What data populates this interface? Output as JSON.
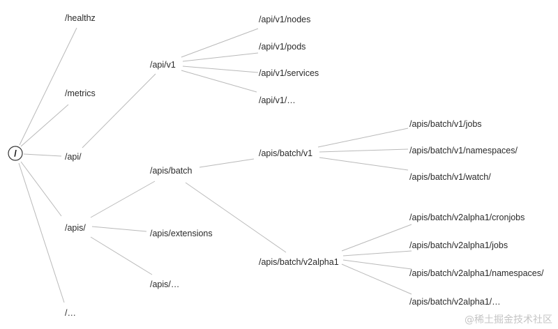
{
  "root": {
    "label": "/"
  },
  "level1": [
    {
      "label": "/healthz"
    },
    {
      "label": "/metrics"
    },
    {
      "label": "/api/"
    },
    {
      "label": "/apis/"
    },
    {
      "label": "/…"
    }
  ],
  "api": [
    {
      "label": "/api/v1"
    }
  ],
  "api_v1": [
    {
      "label": "/api/v1/nodes"
    },
    {
      "label": "/api/v1/pods"
    },
    {
      "label": "/api/v1/services"
    },
    {
      "label": "/api/v1/…"
    }
  ],
  "apis": [
    {
      "label": "/apis/batch"
    },
    {
      "label": "/apis/extensions"
    },
    {
      "label": "/apis/…"
    }
  ],
  "batch": [
    {
      "label": "/apis/batch/v1"
    },
    {
      "label": "/apis/batch/v2alpha1"
    }
  ],
  "batch_v1": [
    {
      "label": "/apis/batch/v1/jobs"
    },
    {
      "label": "/apis/batch/v1/namespaces/"
    },
    {
      "label": "/apis/batch/v1/watch/"
    }
  ],
  "batch_v2alpha1": [
    {
      "label": "/apis/batch/v2alpha1/cronjobs"
    },
    {
      "label": "/apis/batch/v2alpha1/jobs"
    },
    {
      "label": "/apis/batch/v2alpha1/namespaces/"
    },
    {
      "label": "/apis/batch/v2alpha1/…"
    }
  ],
  "watermark": "@稀土掘金技术社区"
}
